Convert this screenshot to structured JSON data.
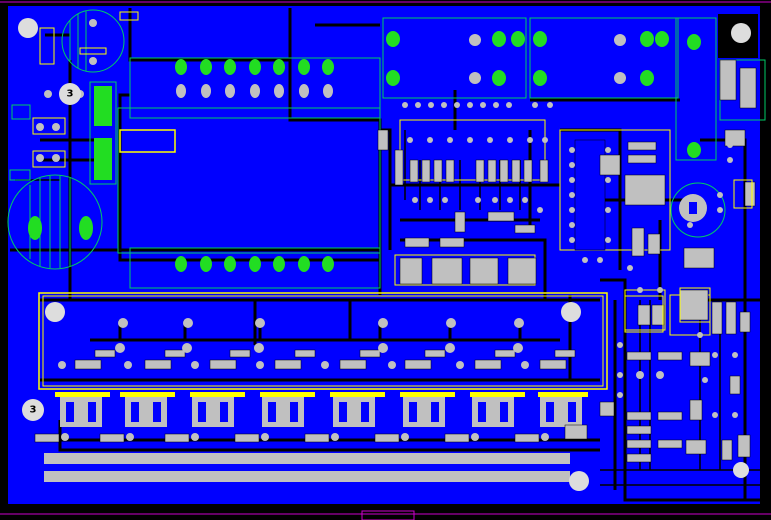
{
  "view": {
    "colors": {
      "background": "#000000",
      "copper_pour": "#0000ff",
      "trace": "#000000",
      "silkscreen": "#ffff00",
      "outline": "#00cc66",
      "pad": "#c0c0c0",
      "pad_green": "#22dd22",
      "frame": "#cc00cc",
      "bus_bar": "#c0c0c0"
    }
  },
  "board": {
    "mounting_holes": [
      {
        "id": "mh-top-left",
        "label": "3"
      },
      {
        "id": "mh-bottom-left",
        "label": "3"
      }
    ]
  }
}
